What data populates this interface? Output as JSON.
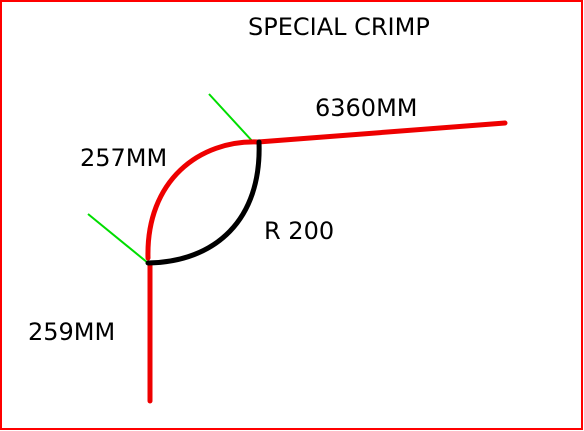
{
  "diagram": {
    "title": "SPECIAL CRIMP",
    "labels": {
      "top_segment": "6360MM",
      "arc_length": "257MM",
      "radius": "R 200",
      "bottom_segment": "259MM"
    },
    "colors": {
      "frame": "#ff0000",
      "pipe": "#ee0000",
      "radius_arc": "#000000",
      "tangent_markers": "#00dd00",
      "text": "#000000"
    }
  }
}
